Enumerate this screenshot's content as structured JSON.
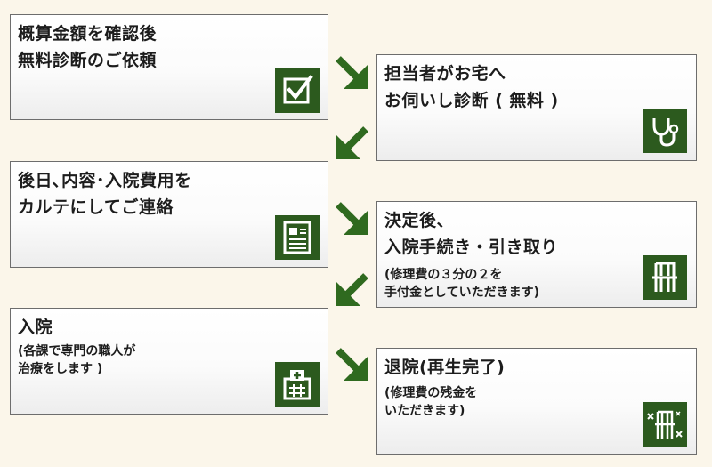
{
  "steps": [
    {
      "title": "概算金額を確認後\n無料診断のご依頼"
    },
    {
      "title": "担当者がお宅へ\nお伺いし診断 ( 無料 )"
    },
    {
      "title": "後日､内容･入院費用を\nカルテにしてご連絡"
    },
    {
      "title": "決定後、\n入院手続き・引き取り",
      "note": "(修理費の３分の２を\n手付金としていただきます)"
    },
    {
      "title": "入院",
      "note": "(各課で専門の職人が\n治療をします )"
    },
    {
      "title": "退院(再生完了)",
      "note": "(修理費の残金を\nいただきます)"
    }
  ],
  "icons": [
    "checkbox-icon",
    "stethoscope-icon",
    "document-icon",
    "chair-icon",
    "hospital-icon",
    "chair-repaired-icon"
  ],
  "colors": {
    "icon_bg": "#2c5a1e",
    "arrow": "#2f6a1f",
    "background": "#fbf6ea"
  }
}
